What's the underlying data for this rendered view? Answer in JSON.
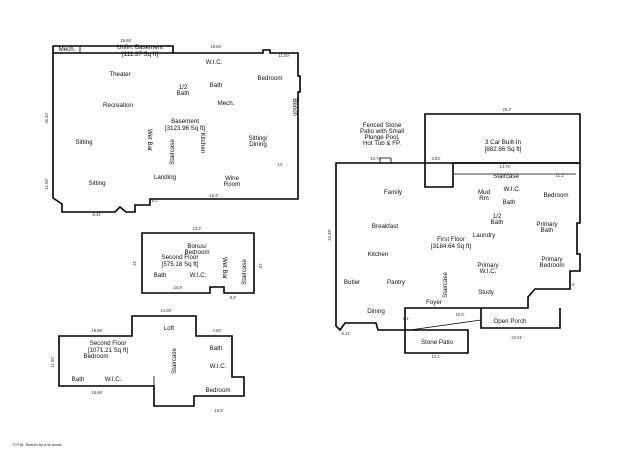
{
  "basement": {
    "title": "Basement",
    "area": "[3123.96 Sq ft]",
    "unfin_title": "Unfin. Basement",
    "unfin_area": "[111.37 Sq ft]",
    "rooms": {
      "mech_top": "Mech.",
      "wic": "W.I.C.",
      "bedroom": "Bedroom",
      "theater": "Theater",
      "half": "1/2",
      "bath_half": "Bath",
      "bath": "Bath",
      "recreation": "Recreation",
      "mech": "Mech.",
      "sitting": "Sitting",
      "wet_bar": "Wet Bar",
      "staircase": "Staircase",
      "kitchen": "Kitchen",
      "sitting_dining": "Sitting/",
      "sitting_dining2": "Dining",
      "sitting2": "Sitting",
      "landing": "Landing",
      "wine": "Wine",
      "wine2": "Room",
      "bench": "Bench"
    },
    "dims": [
      "25.66'",
      "18.66'",
      "11.00'",
      "36.34'",
      "14'",
      "8.41'",
      "8.1'",
      "15.9'",
      "11.58'"
    ]
  },
  "first_floor": {
    "title": "First Floor",
    "area": "[3184.64 Sq ft]",
    "garage_title": "3 Car Built-In",
    "garage_area": "[882.86 Sq ft]",
    "patio_note": [
      "Fenced Stone",
      "Patio with Small",
      "Plunge Pool,",
      "Hot Tub & FP."
    ],
    "rooms": {
      "staircase_top": "Staircase",
      "family": "Family",
      "mud": "Mud",
      "mud2": "Rm",
      "wic": "W.I.C.",
      "bedroom": "Bedroom",
      "bath": "Bath",
      "breakfast": "Breakfast",
      "half": "1/2",
      "half_bath": "Bath",
      "primary_bath": "Primary",
      "primary_bath2": "Bath",
      "laundry": "Laundry",
      "kitchen": "Kitchen",
      "primary_wic": "Primary",
      "primary_wic2": "W.I.C.",
      "primary_bed": "Primary",
      "primary_bed2": "Bedroom",
      "butler": "Butler",
      "pantry": "Pantry",
      "staircase": "Staircase",
      "study": "Study",
      "dining": "Dining",
      "foyer": "Foyer",
      "open_porch": "Open Porch",
      "stone_patio": "Stone Patio"
    },
    "dims": [
      "25.2'",
      "14.74'",
      "5.83'",
      "14.76'",
      "11.1'",
      "34.39'",
      "8.41'",
      "8.1'",
      "15.6'",
      "22.61'",
      "12.1'",
      "13'"
    ]
  },
  "bonus": {
    "title": "Second Floor",
    "area": "[575.18 Sq ft]",
    "rooms": {
      "bonus": "Bonus/",
      "bonus2": "Bedroom",
      "bath": "Bath",
      "wic": "W.I.C.",
      "wet_bar": "Wet Bar",
      "staircase": "Staircase"
    },
    "dims": [
      "24.2'",
      "24.8'",
      "8.3'",
      "21'",
      "19'"
    ]
  },
  "second_floor": {
    "title": "Second Floor",
    "area": "[1071.21 Sq ft]",
    "rooms": {
      "loft": "Loft",
      "bedroom_left": "Bedroom",
      "bath_top": "Bath",
      "staircase": "Staircase",
      "wic_right": "W.I.C.",
      "bath_left": "Bath",
      "wic_left": "W.I.C.",
      "bedroom_right": "Bedroom"
    },
    "dims": [
      "14.09'",
      "18.66'",
      "7.65'",
      "15.6'",
      "18.66'",
      "11.00'"
    ]
  },
  "footer": "TOTAL Sketch by a la mode"
}
